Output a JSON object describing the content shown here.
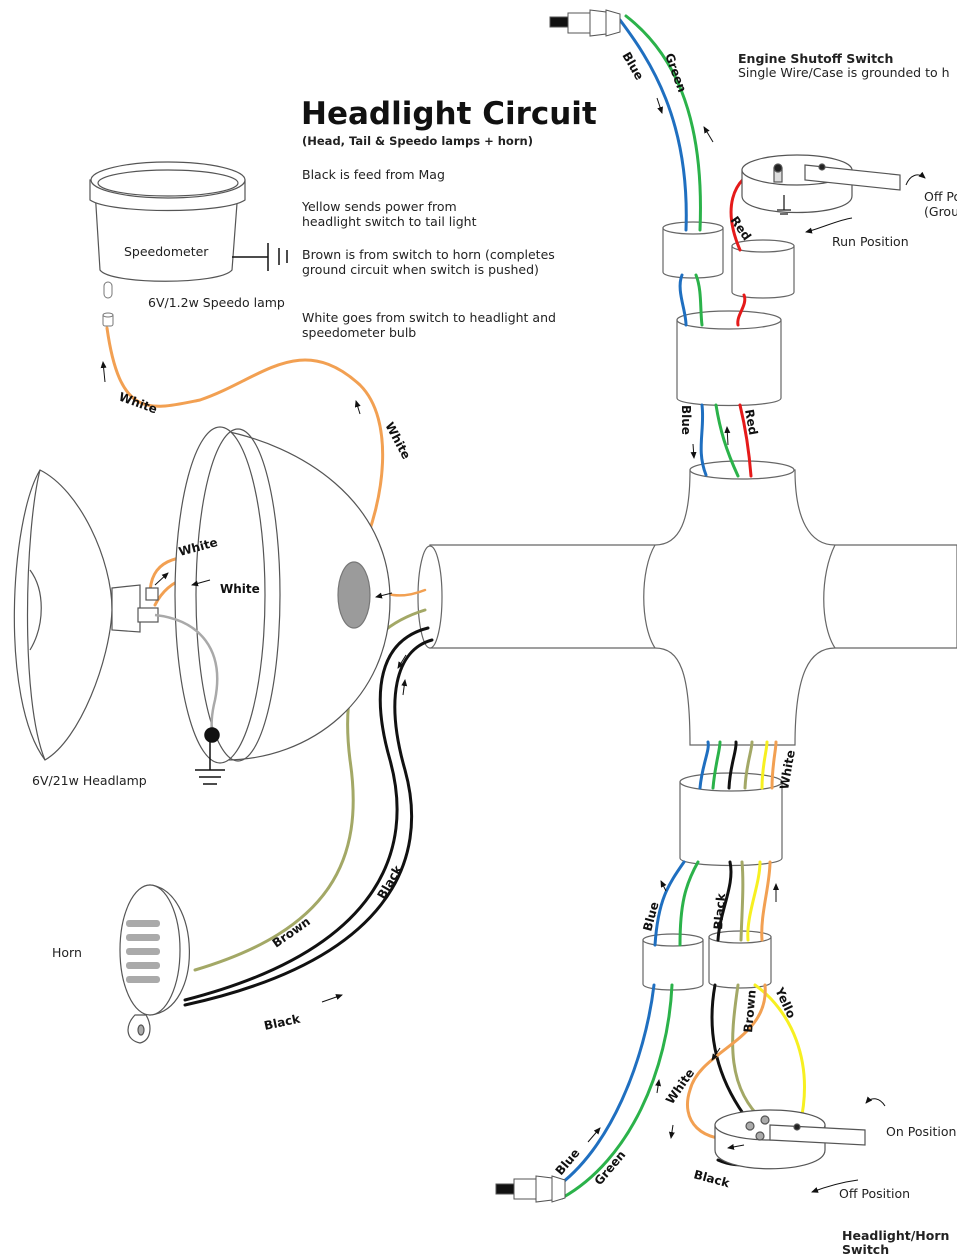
{
  "title": "Headlight Circuit",
  "subtitle": "(Head, Tail & Speedo lamps + horn)",
  "notes": [
    "Black is feed from Mag",
    "Yellow sends power from headlight switch to tail light",
    "Brown is from switch to horn (completes ground circuit when switch is pushed)",
    "White goes from switch to headlight and speedometer bulb"
  ],
  "components": {
    "speedometer": "Speedometer",
    "speedo_lamp": "6V/1.2w Speedo lamp",
    "headlamp": "6V/21w Headlamp",
    "horn": "Horn",
    "engine_switch_title": "Engine Shutoff Switch",
    "engine_switch_note": "Single Wire/Case is grounded to h",
    "engine_off_position": "Off Po",
    "engine_off_ground": "(Grou",
    "run_position": "Run Position",
    "on_position": "On Position",
    "off_position": "Off Position",
    "headlight_switch_title": "Headlight/Horn",
    "headlight_switch_title_2": "Switch"
  },
  "wire_labels": {
    "white": "White",
    "blue": "Blue",
    "green": "Green",
    "red": "Red",
    "black": "Black",
    "brown": "Brown",
    "yellow": "Yellow",
    "yellow_clipped": "Yello"
  },
  "colors": {
    "white_wire": "#f2a052",
    "blue_wire": "#1f6fc0",
    "green_wire": "#2bb24a",
    "red_wire": "#e51a1a",
    "black_wire": "#111111",
    "brown_wire": "#a3a866",
    "yellow_wire": "#f7f021",
    "ground_wire": "#a9a9a9",
    "outline": "#555555"
  }
}
